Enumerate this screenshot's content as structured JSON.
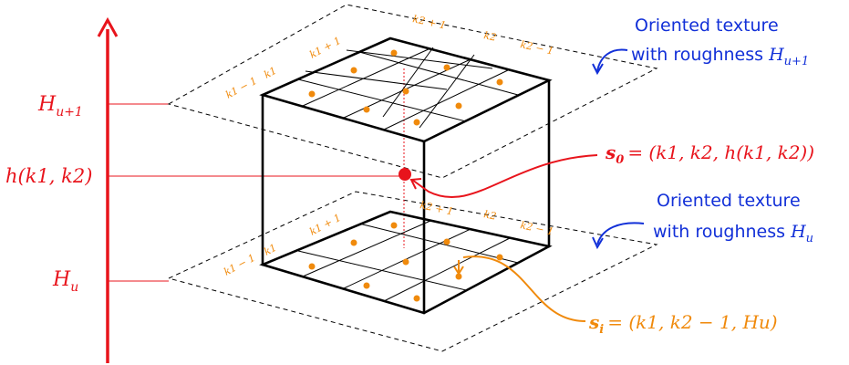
{
  "colors": {
    "red": "#e8141c",
    "blue": "#1230d8",
    "orange": "#f08a0c",
    "black": "#000000"
  },
  "axis": {
    "levels": [
      {
        "id": "Hu1",
        "label_base": "H",
        "label_sub": "u+1"
      },
      {
        "id": "h",
        "label": "h(k1, k2)"
      },
      {
        "id": "Hu",
        "label_base": "H",
        "label_sub": "u"
      }
    ]
  },
  "plane_top": {
    "edge_labels_left": [
      "k1 − 1",
      "k1",
      "k1 + 1"
    ],
    "edge_labels_right": [
      "k2 + 1",
      "k2",
      "k2 − 1"
    ]
  },
  "plane_bottom": {
    "edge_labels_left": [
      "k1 − 1",
      "k1",
      "k1 + 1"
    ],
    "edge_labels_right": [
      "k2 + 1",
      "k2",
      "k2 − 1"
    ]
  },
  "annotations": {
    "top_plane": {
      "line1": "Oriented texture",
      "line2_prefix": "with roughness ",
      "math_base": "H",
      "math_sub": "u+1"
    },
    "bottom_plane": {
      "line1": "Oriented texture",
      "line2_prefix": "with roughness ",
      "math_base": "H",
      "math_sub": "u"
    },
    "s0": {
      "name": "s",
      "sub": "0",
      "rhs": "= (k1, k2, h(k1, k2))"
    },
    "si": {
      "name": "s",
      "sub": "i",
      "rhs": "= (k1, k2 − 1, Hu)"
    }
  }
}
